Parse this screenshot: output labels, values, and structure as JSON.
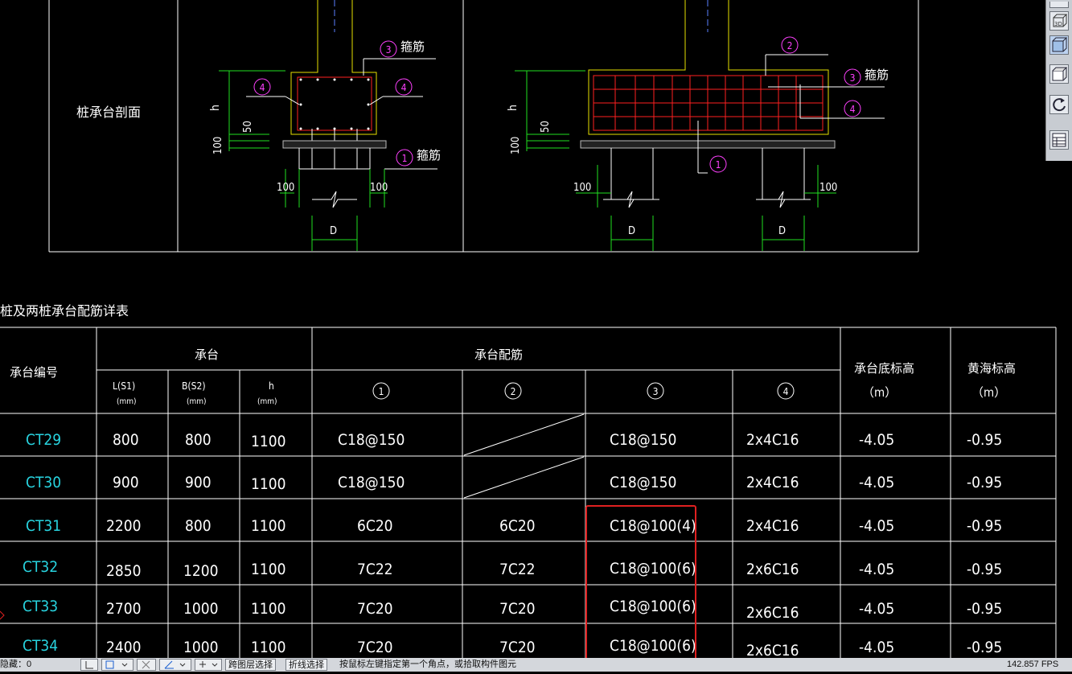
{
  "section": {
    "label": "桩承台剖面"
  },
  "callouts": {
    "n1": "1",
    "n2": "2",
    "n3": "3",
    "n4": "4",
    "stirrup": "箍筋"
  },
  "dims": {
    "h": "h",
    "d50": "50",
    "d100": "100",
    "D": "D"
  },
  "table": {
    "title": "桩及两桩承台配筋详表",
    "headers": {
      "id": "承台编号",
      "cap": "承台",
      "reinf": "承台配筋",
      "bottom_elev": "承台底标高",
      "bottom_unit": "（m）",
      "yellow_sea": "黄海标高",
      "ys_unit": "（m）",
      "L": "L(S1)",
      "B": "B(S2)",
      "h": "h",
      "mm": "(mm)",
      "c1": "1",
      "c2": "2",
      "c3": "3",
      "c4": "4"
    },
    "rows": [
      {
        "id": "CT29",
        "L": "800",
        "B": "800",
        "h": "1100",
        "r1": "C18@150",
        "r2": "",
        "r3": "C18@150",
        "r4": "2x4C16",
        "elev": "-4.05",
        "ys": "-0.95"
      },
      {
        "id": "CT30",
        "L": "900",
        "B": "900",
        "h": "1100",
        "r1": "C18@150",
        "r2": "",
        "r3": "C18@150",
        "r4": "2x4C16",
        "elev": "-4.05",
        "ys": "-0.95"
      },
      {
        "id": "CT31",
        "L": "2200",
        "B": "800",
        "h": "1100",
        "r1": "6C20",
        "r2": "6C20",
        "r3": "C18@100(4)",
        "r4": "2x4C16",
        "elev": "-4.05",
        "ys": "-0.95"
      },
      {
        "id": "CT32",
        "L": "2850",
        "B": "1200",
        "h": "1100",
        "r1": "7C22",
        "r2": "7C22",
        "r3": "C18@100(6)",
        "r4": "2x6C16",
        "elev": "-4.05",
        "ys": "-0.95"
      },
      {
        "id": "CT33",
        "L": "2700",
        "B": "1000",
        "h": "1100",
        "r1": "7C20",
        "r2": "7C20",
        "r3": "C18@100(6)",
        "r4": "2x6C16",
        "elev": "-4.05",
        "ys": "-0.95"
      },
      {
        "id": "CT34",
        "L": "2400",
        "B": "1000",
        "h": "1100",
        "r1": "7C20",
        "r2": "7C20",
        "r3": "C18@100(6)",
        "r4": "2x6C16",
        "elev": "-4.05",
        "ys": "-0.95"
      }
    ]
  },
  "toolbar_icons": [
    "box-3d-icon",
    "cube-front-icon",
    "cube-iso-icon",
    "orbit-icon",
    "view-grid-icon"
  ],
  "statusbar": {
    "hidden_label": "隐藏：0",
    "layer_select": "跨图层选择",
    "polyline_select": "折线选择",
    "prompt": "按鼠标左键指定第一个角点，或拾取构件图元",
    "fps": "142.857 FPS"
  },
  "colors": {
    "frame": "#ffffff",
    "cyan": "#28d4e0",
    "rebar": "#ff2020",
    "outline": "#e6e000",
    "dim": "#20e020",
    "tag": "#ff40ff",
    "highlight": "#e02020"
  }
}
